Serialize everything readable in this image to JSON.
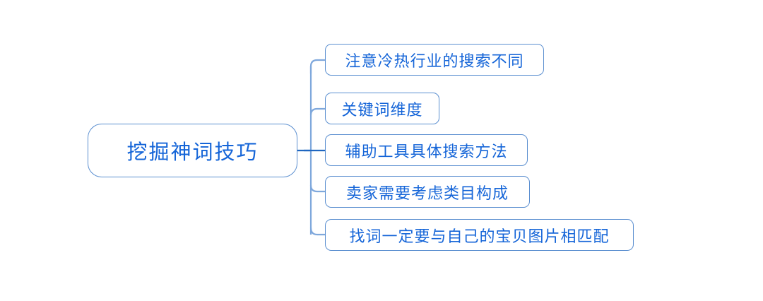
{
  "diagram": {
    "type": "mind-map",
    "title": "挖掘神词技巧",
    "orientation": "left-to-right",
    "colors": {
      "text": "#1565d8",
      "node_border": "#5b8fd0",
      "branch_line": "#7fa8dc",
      "trunk_line": "#7fa8dc",
      "center_branch_line": "#1f66c0",
      "background": "#ffffff"
    },
    "root": {
      "label": "挖掘神词技巧"
    },
    "children": [
      {
        "id": "child-1",
        "label": "注意冷热行业的搜索不同"
      },
      {
        "id": "child-2",
        "label": "关键词维度"
      },
      {
        "id": "child-3",
        "label": "辅助工具具体搜索方法"
      },
      {
        "id": "child-4",
        "label": "卖家需要考虑类目构成"
      },
      {
        "id": "child-5",
        "label": "找词一定要与自己的宝贝图片相匹配"
      }
    ]
  }
}
